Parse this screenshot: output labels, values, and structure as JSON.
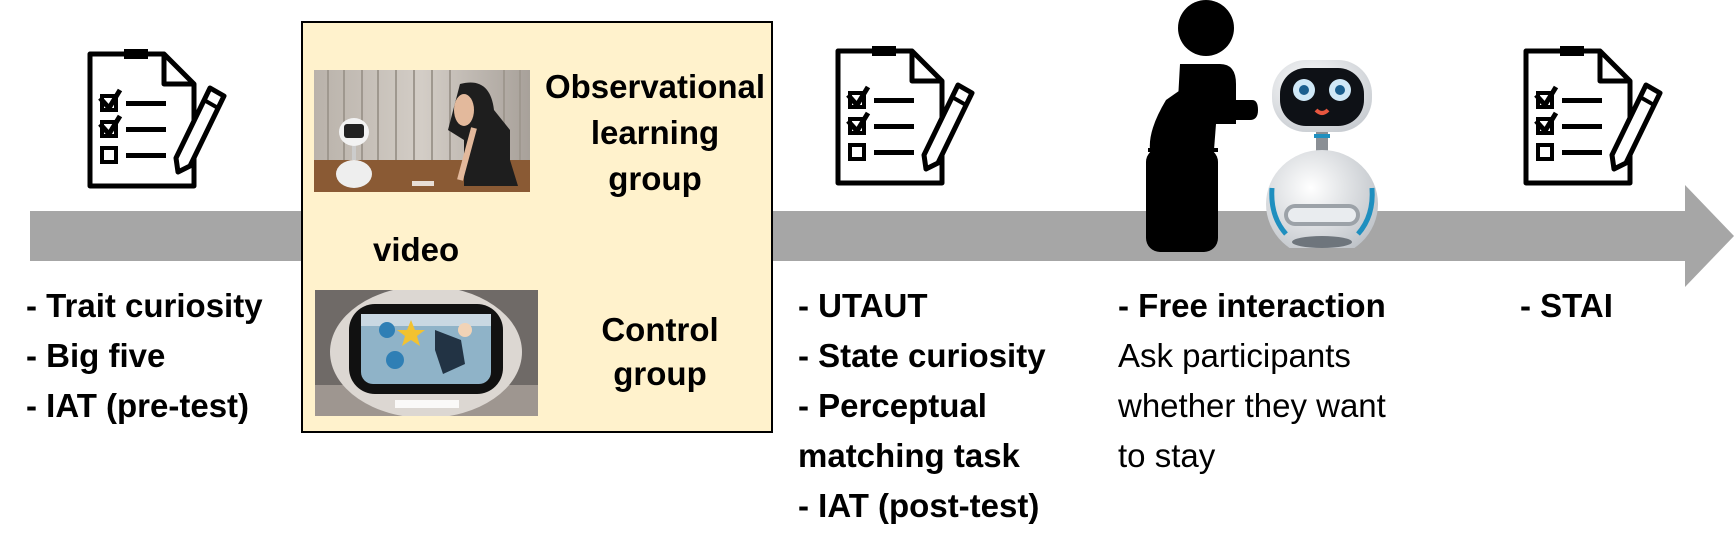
{
  "timeline": {
    "color": "#a6a6a6"
  },
  "video_box": {
    "label": "video",
    "background": "#fff2cc",
    "observational": {
      "line1": "Observational",
      "line2": "learning",
      "line3": "group"
    },
    "control": {
      "line1": "Control",
      "line2": "group"
    }
  },
  "stage1": {
    "icon": "questionnaire-icon",
    "items": [
      "- Trait curiosity",
      "- Big five",
      "- IAT (pre-test)"
    ]
  },
  "stage3": {
    "icon": "questionnaire-icon",
    "items": [
      "- UTAUT",
      "- State curiosity",
      "- Perceptual",
      "matching task",
      "- IAT (post-test)"
    ]
  },
  "stage4": {
    "icons": [
      "person-icon",
      "robot-icon"
    ],
    "title": "- Free interaction",
    "lines": [
      "Ask participants",
      "whether they want",
      "to stay"
    ]
  },
  "stage5": {
    "icon": "questionnaire-icon",
    "items": [
      "- STAI"
    ]
  }
}
